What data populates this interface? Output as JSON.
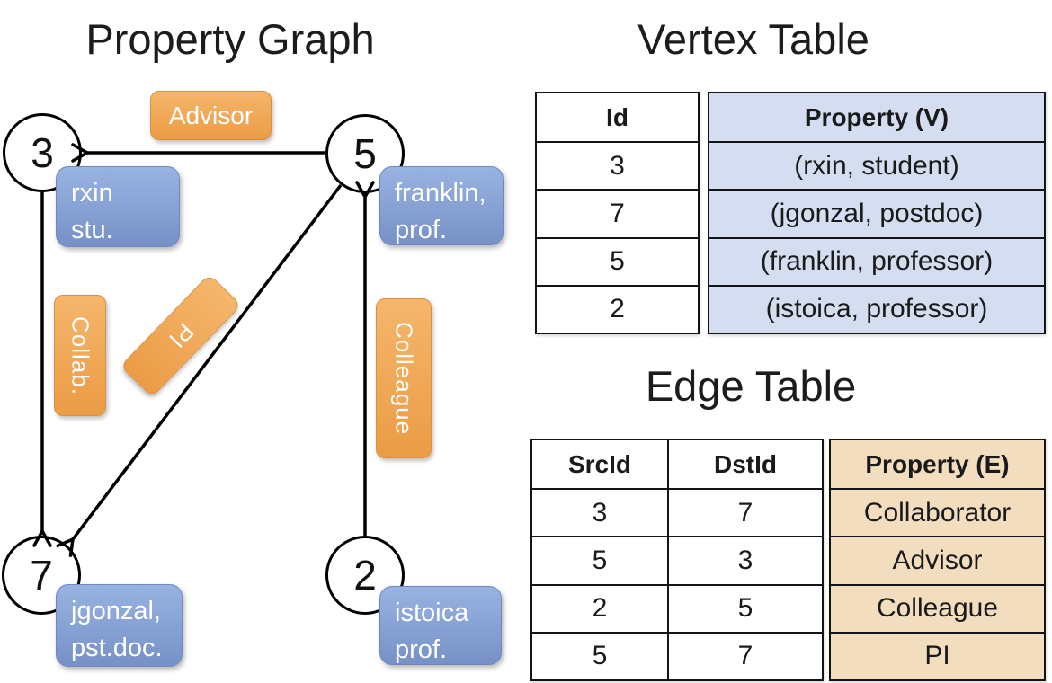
{
  "graph": {
    "title": "Property Graph",
    "nodes": {
      "n3": "3",
      "n5": "5",
      "n7": "7",
      "n2": "2"
    },
    "edge_labels": {
      "advisor": "Advisor",
      "collab": "Collab.",
      "pi": "PI",
      "colleague": "Colleague"
    },
    "vertex_boxes": {
      "rxin": {
        "line1": "rxin",
        "line2": "stu."
      },
      "franklin": {
        "line1": "franklin,",
        "line2": "prof."
      },
      "jgonzal": {
        "line1": "jgonzal,",
        "line2": "pst.doc."
      },
      "istoica": {
        "line1": "istoica",
        "line2": "prof."
      }
    }
  },
  "vertex_table": {
    "title": "Vertex Table",
    "headers": {
      "id": "Id",
      "property": "Property (V)"
    },
    "rows": [
      {
        "id": "3",
        "property": "(rxin, student)"
      },
      {
        "id": "7",
        "property": "(jgonzal, postdoc)"
      },
      {
        "id": "5",
        "property": "(franklin, professor)"
      },
      {
        "id": "2",
        "property": "(istoica, professor)"
      }
    ]
  },
  "edge_table": {
    "title": "Edge Table",
    "headers": {
      "src": "SrcId",
      "dst": "DstId",
      "property": "Property (E)"
    },
    "rows": [
      {
        "src": "3",
        "dst": "7",
        "property": "Collaborator"
      },
      {
        "src": "5",
        "dst": "3",
        "property": "Advisor"
      },
      {
        "src": "2",
        "dst": "5",
        "property": "Colleague"
      },
      {
        "src": "5",
        "dst": "7",
        "property": "PI"
      }
    ]
  },
  "colors": {
    "vertex_property_fill": "#D5DEF1",
    "edge_property_fill": "#F2DDBF",
    "orange_box_top": "#F5B66C",
    "orange_box_bottom": "#EB9C45",
    "blue_box_top": "#98B3E2",
    "blue_box_bottom": "#7791C7",
    "line_black": "#000000"
  }
}
